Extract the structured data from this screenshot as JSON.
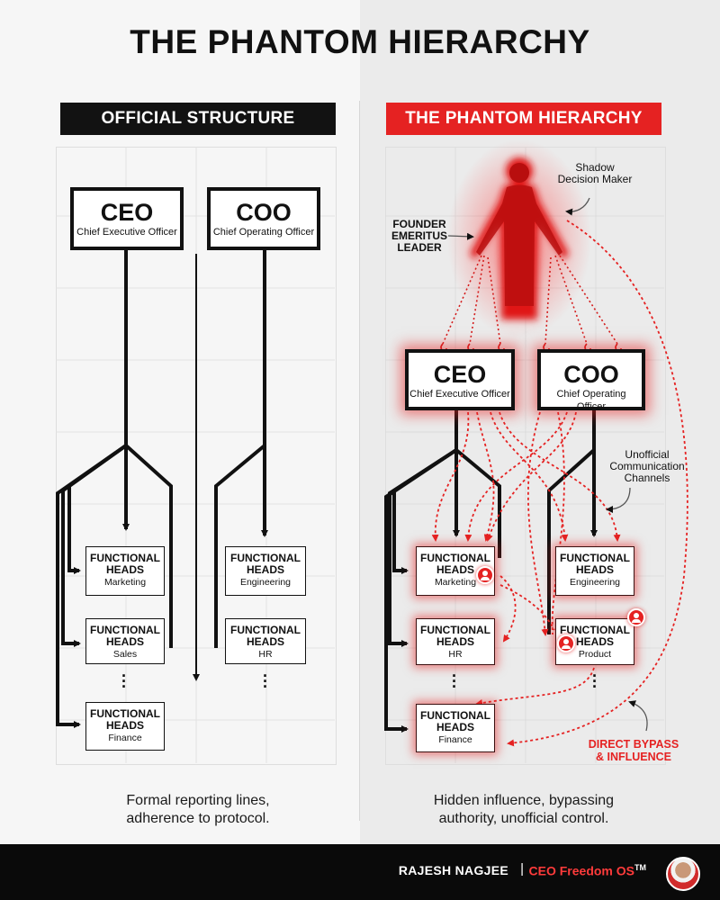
{
  "title": "THE PHANTOM HIERARCHY",
  "left_panel": {
    "header": "OFFICIAL STRUCTURE",
    "ceo": {
      "abbr": "CEO",
      "full": "Chief Executive Officer"
    },
    "coo": {
      "abbr": "COO",
      "full": "Chief Operating Officer"
    },
    "functional_heads": [
      {
        "title": "FUNCTIONAL HEADS",
        "dept": "Marketing"
      },
      {
        "title": "FUNCTIONAL HEADS",
        "dept": "Sales"
      },
      {
        "title": "FUNCTIONAL HEADS",
        "dept": "Finance"
      },
      {
        "title": "FUNCTIONAL HEADS",
        "dept": "Engineering"
      },
      {
        "title": "FUNCTIONAL HEADS",
        "dept": "HR"
      }
    ],
    "caption_line1": "Formal reporting lines,",
    "caption_line2": "adherence to protocol."
  },
  "right_panel": {
    "header": "THE PHANTOM HIERARCHY",
    "ceo": {
      "abbr": "CEO",
      "full": "Chief Executive Officer"
    },
    "coo": {
      "abbr": "COO",
      "full": "Chief Operating Officer"
    },
    "functional_heads": [
      {
        "title": "FUNCTIONAL HEADS",
        "dept": "Marketing"
      },
      {
        "title": "FUNCTIONAL HEADS",
        "dept": "HR"
      },
      {
        "title": "FUNCTIONAL HEADS",
        "dept": "Finance"
      },
      {
        "title": "FUNCTIONAL HEADS",
        "dept": "Engineering"
      },
      {
        "title": "FUNCTIONAL HEADS",
        "dept": "Product"
      }
    ],
    "annotations": {
      "shadow_line1": "Shadow",
      "shadow_line2": "Decision Maker",
      "founder_line1": "FOUNDER",
      "founder_line2": "EMERITUS",
      "founder_line3": "LEADER",
      "unofficial_line1": "Unofficial",
      "unofficial_line2": "Communication",
      "unofficial_line3": "Channels",
      "bypass_line1": "DIRECT BYPASS",
      "bypass_line2": "& INFLUENCE"
    },
    "caption_line1": "Hidden influence, bypassing",
    "caption_line2": "authority, unofficial control."
  },
  "footer": {
    "name": "RAJESH NAGJEE",
    "separator": "|",
    "brand": "CEO Freedom OS",
    "trademark": "TM"
  },
  "colors": {
    "accent_red": "#e52222",
    "dark": "#121212"
  }
}
